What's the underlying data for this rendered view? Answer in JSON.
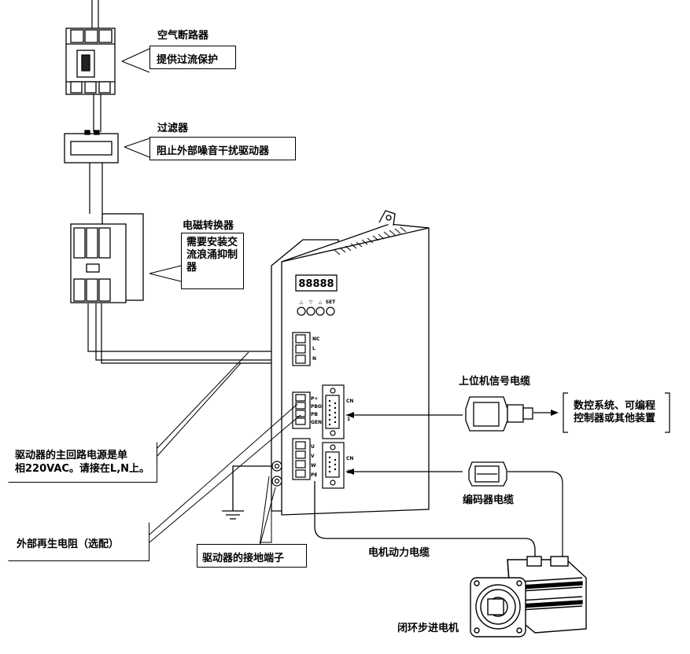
{
  "labels": {
    "air_breaker": "空气断路器",
    "air_breaker_note": "提供过流保护",
    "filter": "过滤器",
    "filter_note": "阻止外部噪音干扰驱动器",
    "contactor": "电磁转换器",
    "contactor_note": [
      "需要安装交",
      "流浪涌抑制",
      "器"
    ],
    "host_cable": "上位机信号电缆",
    "host_note": [
      "数控系统、可编程",
      "控制器或其他装置"
    ],
    "encoder_cable": "编码器电缆",
    "power_note": [
      "驱动器的主回路电源是单",
      "相220VAC。请接在L,N上。"
    ],
    "regen_note": "外部再生电阻（选配）",
    "ground_note": "驱动器的接地端子",
    "motor_cable": "电机动力电缆",
    "motor": "闭环步进电机"
  },
  "driver": {
    "display": "88888",
    "buttons": [
      "△",
      "▽",
      "△",
      "SET"
    ],
    "power_terminals": [
      "NC",
      "L",
      "N"
    ],
    "regen_terminals": [
      "P+",
      "PBO",
      "PB",
      "GEN"
    ],
    "motor_terminals": [
      "U",
      "V",
      "W",
      "PE"
    ],
    "cn1": [
      "CN",
      "1"
    ],
    "cn2": [
      "CN",
      "2"
    ]
  }
}
